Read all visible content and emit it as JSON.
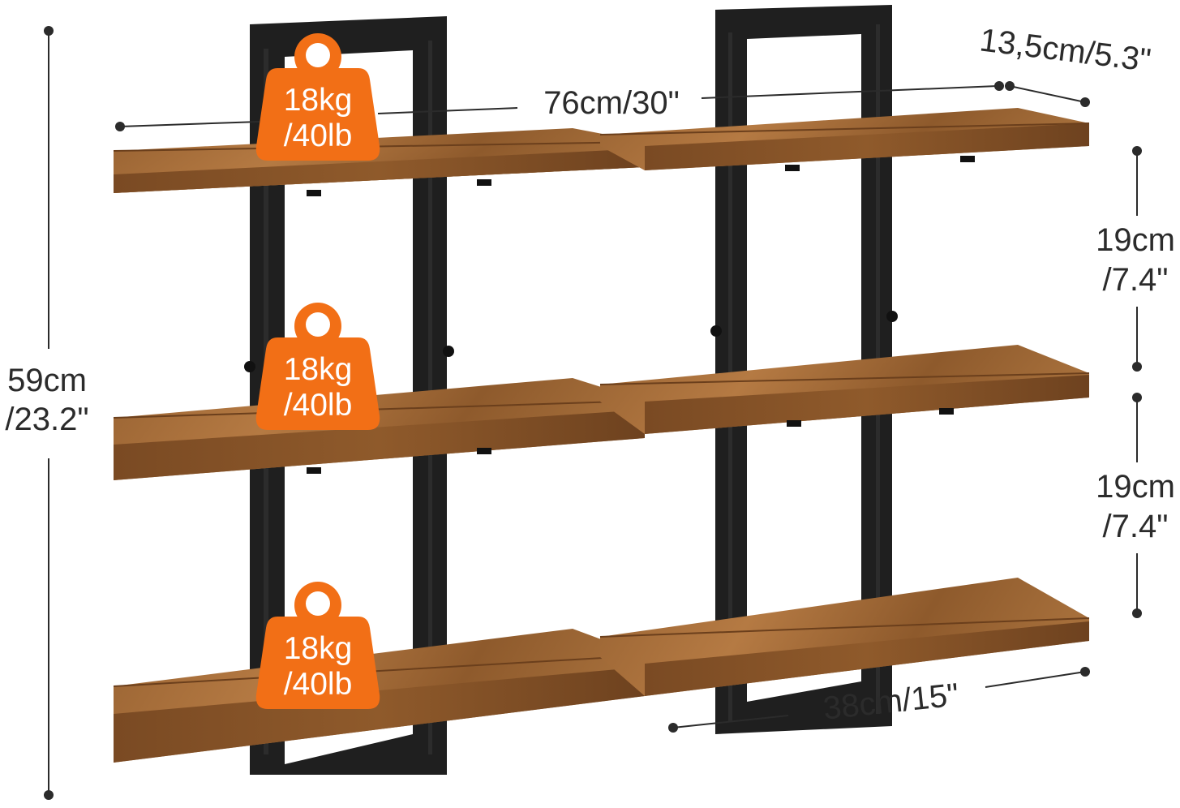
{
  "colors": {
    "frame": "#1f1f1f",
    "wood_light": "#a8703d",
    "wood_dark": "#7a4a23",
    "badge": "#f26f16",
    "dimension_line": "#2b2b2b"
  },
  "icon": "weight-icon",
  "dimensions": {
    "total_width": "76cm/30\"",
    "depth": "13,5cm/5.3\"",
    "total_height_line1": "59cm",
    "total_height_line2": "/23.2\"",
    "spacing_upper_line1": "19cm",
    "spacing_upper_line2": "/7.4\"",
    "spacing_lower_line1": "19cm",
    "spacing_lower_line2": "/7.4\"",
    "shelf_width": "38cm/15\""
  },
  "weight_badges": [
    {
      "line1": "18kg",
      "line2": "/40lb"
    },
    {
      "line1": "18kg",
      "line2": "/40lb"
    },
    {
      "line1": "18kg",
      "line2": "/40lb"
    }
  ]
}
